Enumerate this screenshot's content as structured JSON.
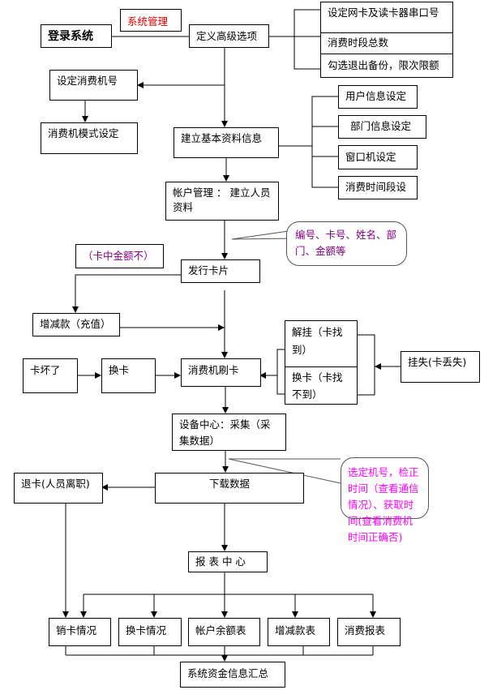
{
  "diagram": {
    "title_label": "系统管理",
    "nodes": {
      "login": "登录系统",
      "advanced_options": "定义高级选项",
      "netcard_port": "设定网卡及读卡器串口号",
      "period_total": "消费时段总数",
      "backup_limit": "勾选退出备份，限次限额",
      "set_machine_no": "设定消费机号",
      "machine_mode": "消费机模式设定",
      "basic_info": "建立基本资料信息",
      "user_info": "用户信息设定",
      "dept_info": "部门信息设定",
      "window_machine": "窗口机设定",
      "time_period": "消费时间段设",
      "account_mgmt": "帐户管理 ： 建立人员资料",
      "issue_card": "发行卡片",
      "card_balance_note": "（卡中金额不）",
      "recharge": "增减款（充值）",
      "card_broken": "卡坏了",
      "replace_card": "换卡",
      "swipe": "消费机刷卡",
      "unlock_found": "解挂（卡找到）",
      "replace_not_found": "换卡（卡找不到）",
      "report_loss": "挂失(卡丢失)",
      "device_center": "设备中心：采集（采集数据）",
      "download": "下载数据",
      "return_card": "退卡(人员离职)",
      "report_center": "报 表 中 心",
      "cancel_report": "销卡情况",
      "replace_report": "换卡情况",
      "balance_report": "帐户余额表",
      "recharge_report": "增减款表",
      "consume_report": "消费报表",
      "summary": "系统资金信息汇总"
    },
    "callouts": {
      "personnel_fields": "编号、卡号、姓名、部门、金额等",
      "device_ops": "选定机号，检正时间（查看通信情况）、获取时间(查看消费机时间正确否)"
    },
    "colors": {
      "title_label": "#e00000",
      "callout_personnel": "#800080",
      "callout_device": "#ff00ff",
      "lines": "#000000"
    }
  }
}
